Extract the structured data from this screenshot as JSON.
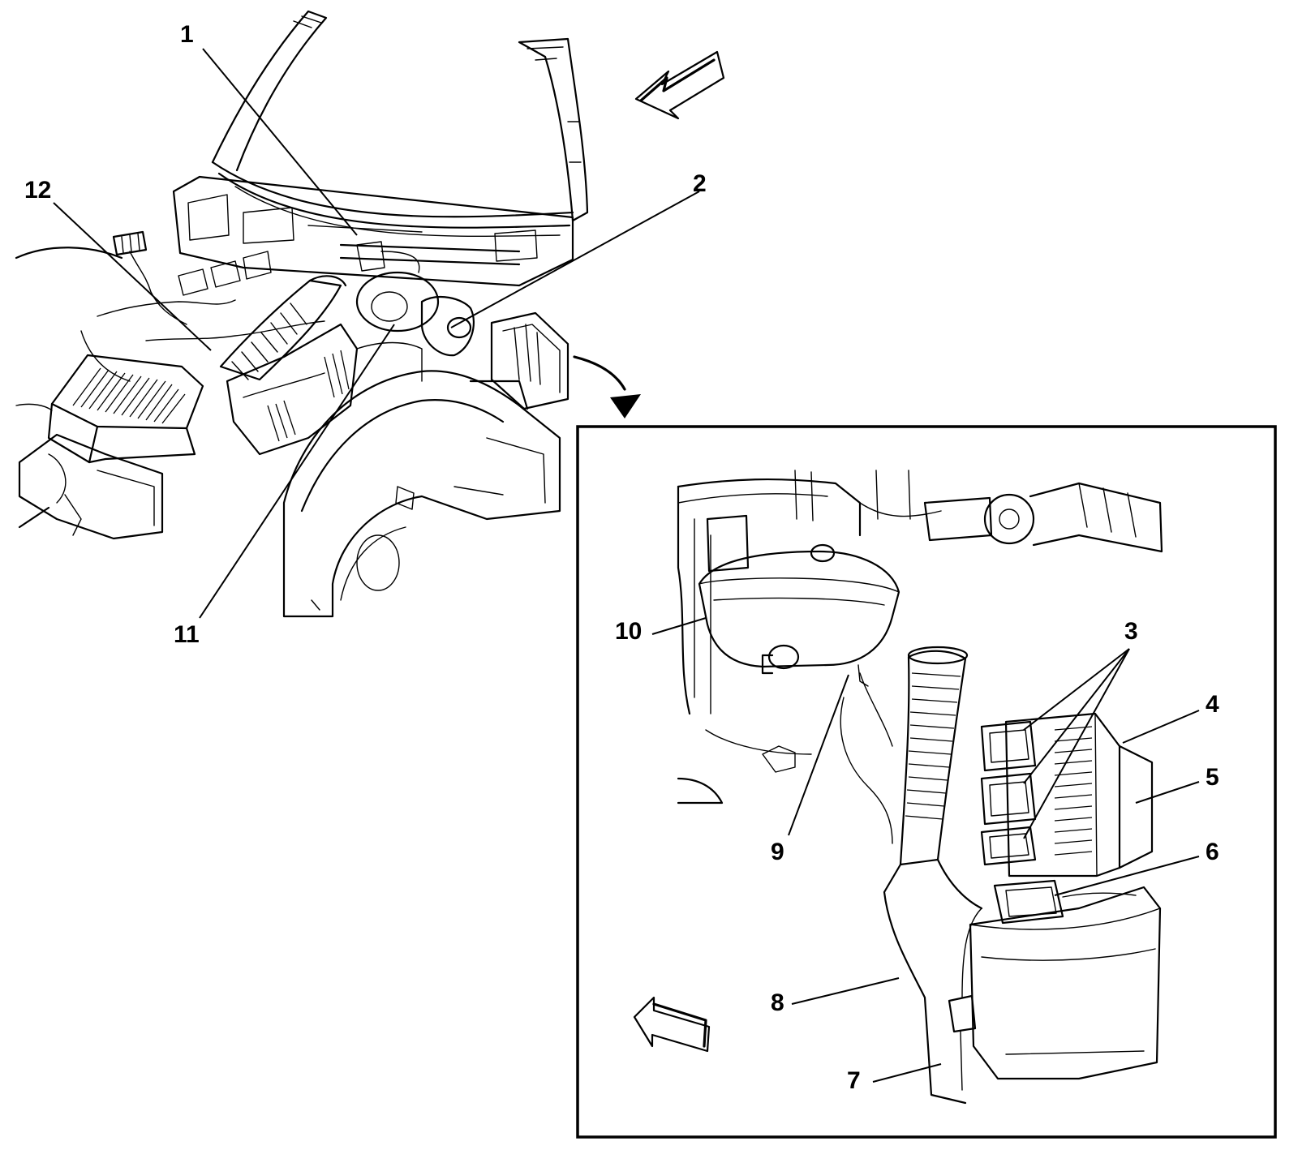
{
  "diagram": {
    "callouts": [
      {
        "id": "1",
        "label": "1"
      },
      {
        "id": "2",
        "label": "2"
      },
      {
        "id": "3",
        "label": "3"
      },
      {
        "id": "4",
        "label": "4"
      },
      {
        "id": "5",
        "label": "5"
      },
      {
        "id": "6",
        "label": "6"
      },
      {
        "id": "7",
        "label": "7"
      },
      {
        "id": "8",
        "label": "8"
      },
      {
        "id": "9",
        "label": "9"
      },
      {
        "id": "10",
        "label": "10"
      },
      {
        "id": "11",
        "label": "11"
      },
      {
        "id": "12",
        "label": "12"
      }
    ],
    "icons": {
      "main_direction": "front-direction-arrow-icon",
      "inset_direction": "front-direction-arrow-icon",
      "detail_pointer": "curved-detail-arrow-icon"
    },
    "colors": {
      "line": "#000000",
      "background": "#ffffff"
    }
  }
}
